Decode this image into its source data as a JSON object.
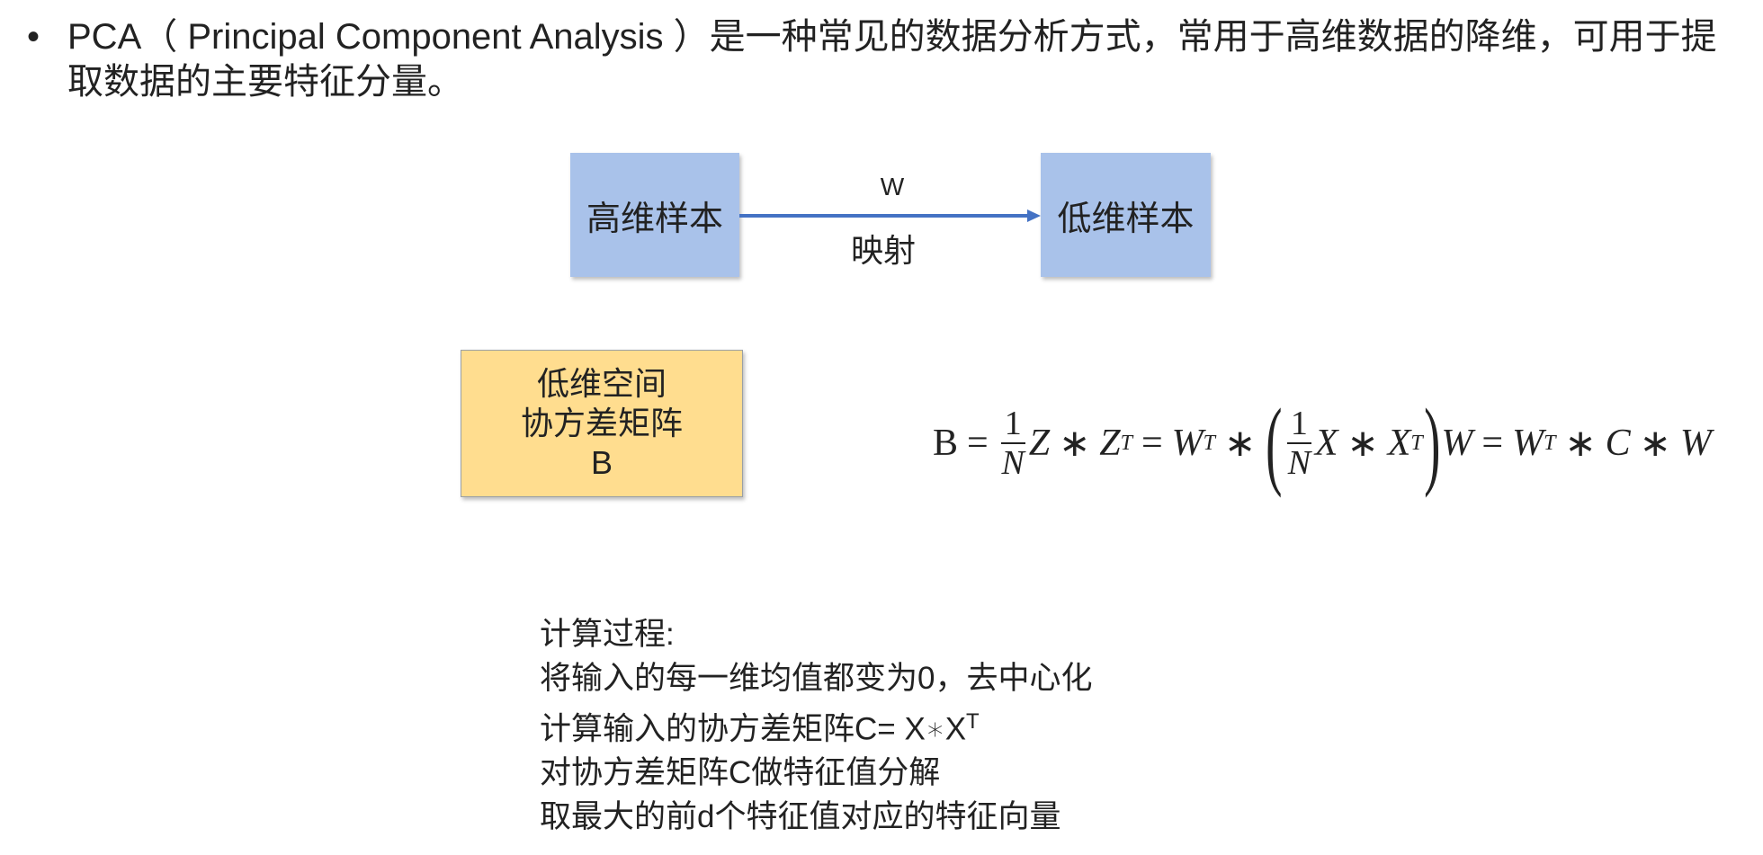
{
  "intro": {
    "bullet": "•",
    "text": "PCA（ Principal Component Analysis ）是一种常见的数据分析方式，常用于高维数据的降维，可用于提取数据的主要特征分量。"
  },
  "diagram": {
    "source_box": "高维样本",
    "target_box": "低维样本",
    "arrow_top_label": "W",
    "arrow_bottom_label": "映射",
    "arrow_color": "#4472c4",
    "box_color": "#a9c2ea"
  },
  "cov_box": {
    "line1": "低维空间",
    "line2": "协方差矩阵",
    "line3": "B",
    "color": "#ffdd8f"
  },
  "formula": {
    "lhs": "B",
    "eq": "=",
    "one": "1",
    "N": "N",
    "Z": "Z",
    "star": "∗",
    "T": "T",
    "W": "W",
    "X": "X",
    "C": "C",
    "lparen": "(",
    "rparen": ")"
  },
  "steps": {
    "title": "计算过程:",
    "items": [
      "将输入的每一维均值都变为0，去中心化",
      "计算输入的协方差矩阵C= X∗X",
      "对协方差矩阵C做特征值分解",
      "取最大的前d个特征值对应的特征向量"
    ],
    "item1_sup": "T"
  }
}
